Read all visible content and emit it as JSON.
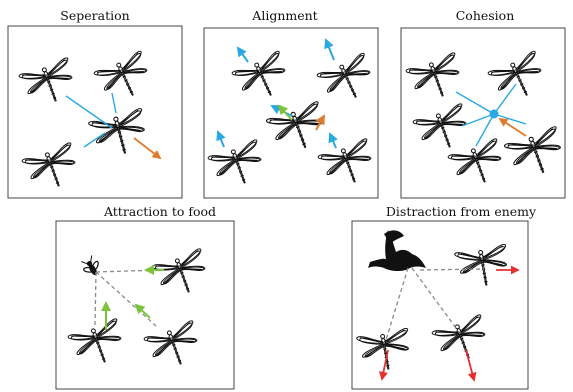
{
  "panels": [
    {
      "id": "separation",
      "title": "Seperation"
    },
    {
      "id": "alignment",
      "title": "Alignment"
    },
    {
      "id": "cohesion",
      "title": "Cohesion"
    },
    {
      "id": "attraction",
      "title": "Attraction to food"
    },
    {
      "id": "distraction",
      "title": "Distraction from enemy"
    }
  ],
  "colors": {
    "neighbor_line": "#29a9e0",
    "separation_vector": "#e07b2a",
    "alignment_average": "#7dc23a",
    "attraction_vector": "#7dc23a",
    "distraction_vector": "#e53030",
    "distance_line": "#8a8a8a",
    "frame": "#444444",
    "dragonfly": "#111111"
  },
  "icons": {
    "agent": "dragonfly-icon",
    "food": "fly-icon",
    "enemy": "bird-icon"
  }
}
